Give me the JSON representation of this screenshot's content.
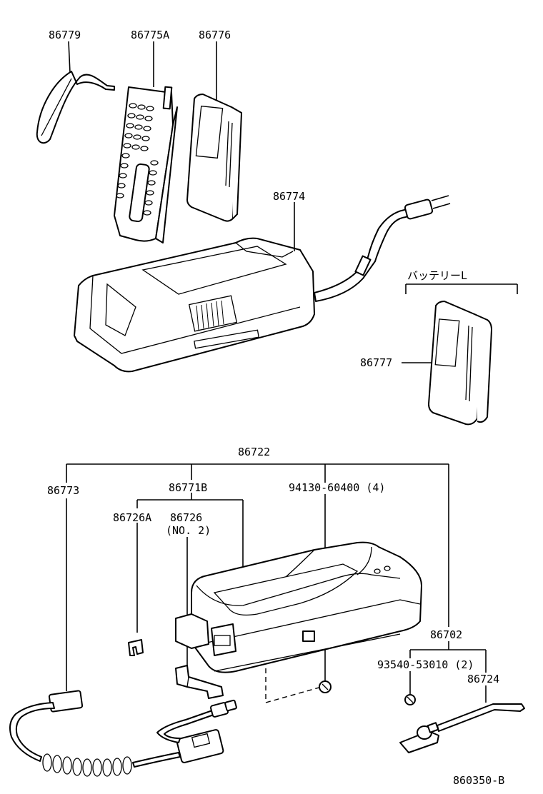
{
  "labels": {
    "strap": "86779",
    "handset": "86775A",
    "battery_small": "86776",
    "charger": "86774",
    "battery_l_title": "バッテリーL",
    "battery_l": "86777",
    "bracket_assy": "86722",
    "cord": "86773",
    "cradle": "86771B",
    "clip_a": "86726A",
    "clip_no2": "86726",
    "clip_no2_note": "(NO. 2)",
    "screw": "94130-60400 (4)",
    "mic_assy": "86702",
    "mic_screw": "93540-53010 (2)",
    "mic": "86724",
    "diagram_code": "860350-B"
  }
}
